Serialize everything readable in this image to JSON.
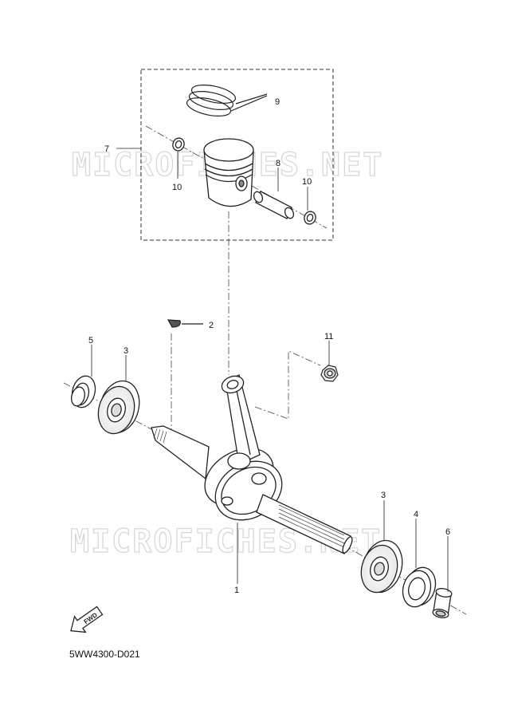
{
  "watermark": "MICROFICHES.NET",
  "diagram_code": "5WW4300-D021",
  "fwd_label": "FWD",
  "callouts": {
    "c1": "1",
    "c2": "2",
    "c3a": "3",
    "c3b": "3",
    "c4": "4",
    "c5": "5",
    "c6": "6",
    "c7": "7",
    "c8": "8",
    "c9": "9",
    "c10a": "10",
    "c10b": "10",
    "c11": "11"
  }
}
